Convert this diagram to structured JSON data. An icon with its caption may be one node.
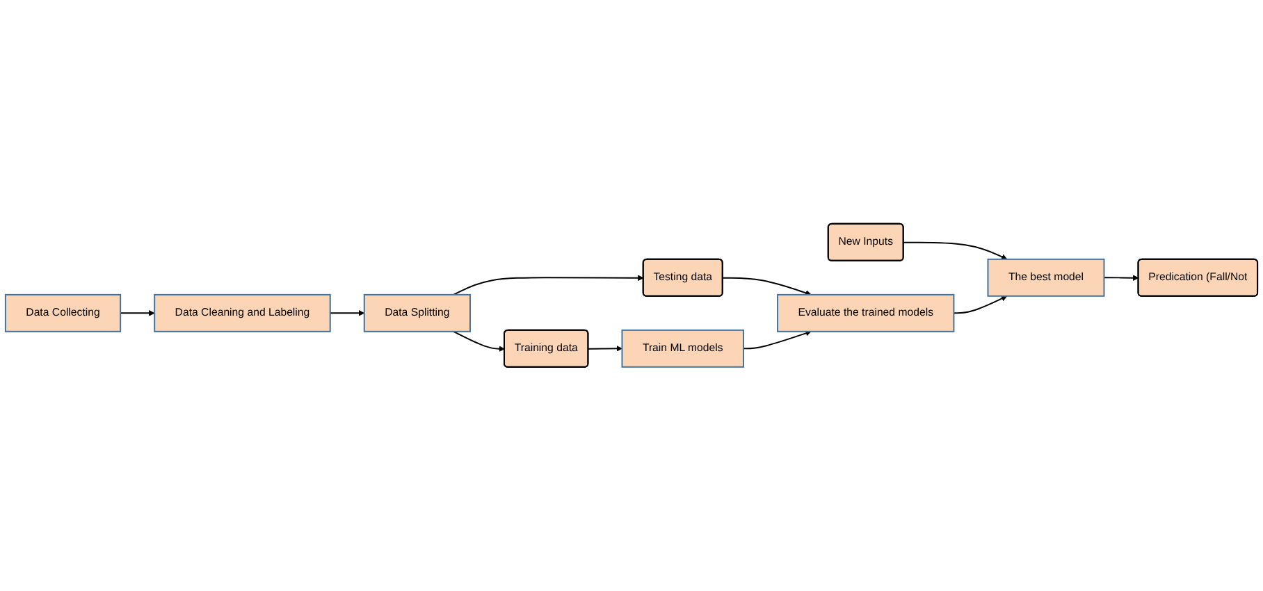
{
  "diagram": {
    "nodes": [
      {
        "text": [
          "Data Collecting"
        ]
      },
      {
        "text": [
          "Data Cleaning and Labeling"
        ]
      },
      {
        "text": [
          "Data Splitting"
        ]
      },
      {
        "text": [
          "Training data"
        ]
      },
      {
        "text": [
          "New Inputs"
        ]
      },
      {
        "text": [
          "Testing data"
        ]
      },
      {
        "text": [
          "Train ML models"
        ]
      },
      {
        "text": [
          "Predication (Fall/Not"
        ]
      },
      {
        "text": [
          "The best model"
        ]
      },
      {
        "text": [
          "Evaluate the trained models"
        ]
      }
    ],
    "edges": [
      {
        "from": 0,
        "to": 1,
        "arrow": "to"
      },
      {
        "from": 1,
        "to": 2,
        "arrow": "to"
      },
      {
        "from": 2,
        "to": 3,
        "arrow": "to"
      },
      {
        "from": 2,
        "to": 5,
        "arrow": "to"
      },
      {
        "from": 3,
        "to": 6,
        "arrow": "to"
      },
      {
        "from": 4,
        "to": 8,
        "arrow": "to"
      },
      {
        "from": 5,
        "to": 9,
        "arrow": "to"
      },
      {
        "from": 6,
        "to": 9,
        "arrow": "to"
      },
      {
        "from": 9,
        "to": 8,
        "arrow": "to"
      },
      {
        "from": 8,
        "to": 7,
        "arrow": "to"
      }
    ]
  }
}
